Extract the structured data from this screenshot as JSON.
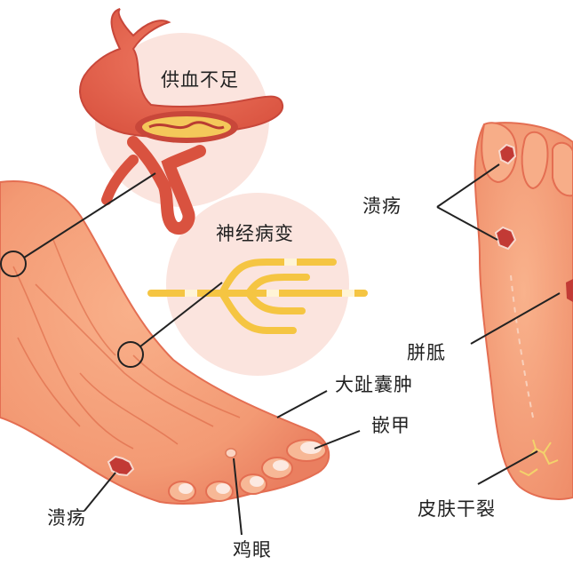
{
  "labels": {
    "blood_supply": "供血不足",
    "neuropathy": "神经病变",
    "bunion": "大趾囊肿",
    "ingrown_nail": "嵌甲",
    "ulcer_left": "溃疡",
    "corn": "鸡眼",
    "ulcer_right": "溃疡",
    "callus": "胼胝",
    "cracked_skin": "皮肤干裂"
  },
  "colors": {
    "skin": "#f6a07a",
    "skin_dark": "#e8785c",
    "vessel": "#e0604c",
    "nerve": "#f5c542",
    "bubble": "#fbe4de",
    "line": "#222222"
  }
}
